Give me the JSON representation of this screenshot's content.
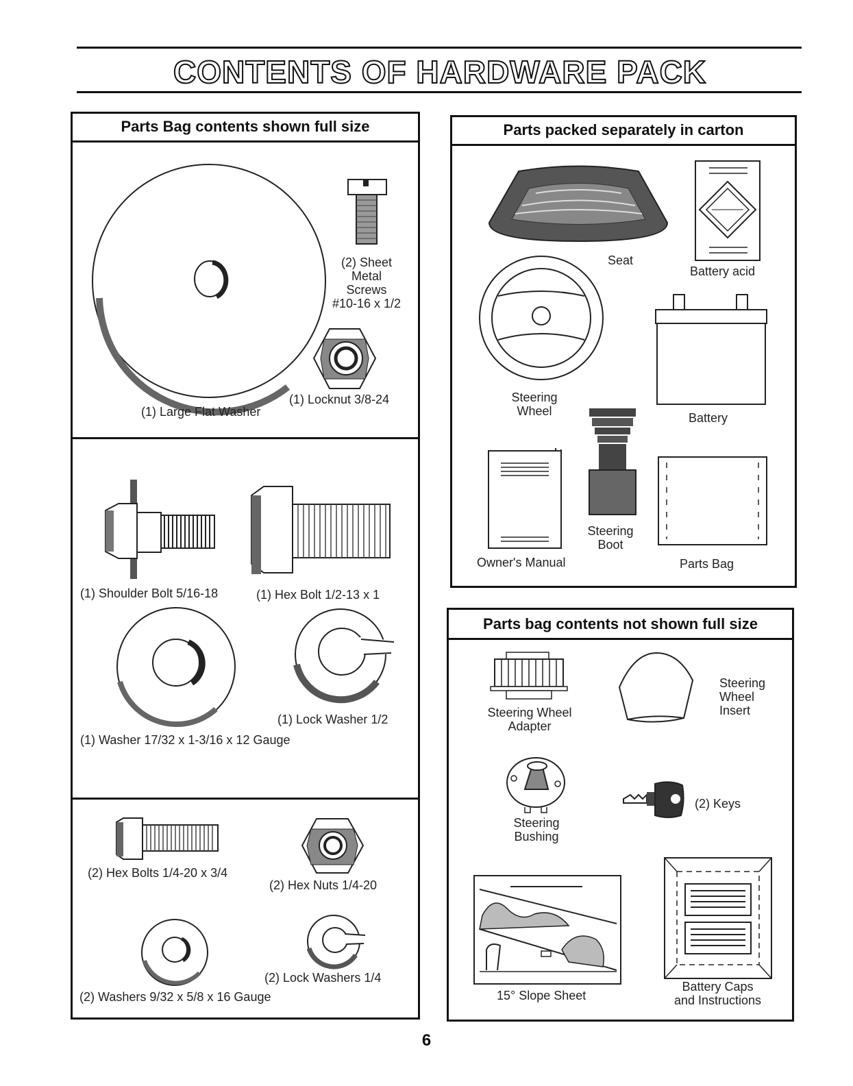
{
  "title": "CONTENTS OF HARDWARE PACK",
  "page_number": "6",
  "left_panel": {
    "heading": "Parts Bag contents shown full size",
    "section1": {
      "sheet_metal_screws": [
        "(2) Sheet",
        "Metal",
        "Screws",
        "#10-16 x 1/2"
      ],
      "locknut": "(1) Locknut  3/8-24",
      "large_flat_washer": "(1) Large Flat Washer"
    },
    "section2": {
      "shoulder_bolt": "(1) Shoulder Bolt  5/16-18",
      "hex_bolt": "(1) Hex Bolt  1/2-13 x 1",
      "lock_washer": "(1) Lock Washer  1/2",
      "washer": "(1) Washer  17/32 x 1-3/16 x 12 Gauge"
    },
    "section3": {
      "hex_bolts": "(2) Hex Bolts  1/4-20 x 3/4",
      "hex_nuts": "(2) Hex Nuts  1/4-20",
      "lock_washers": "(2) Lock Washers  1/4",
      "washers": "(2) Washers  9/32  x 5/8 x 16 Gauge"
    }
  },
  "right_top_panel": {
    "heading": "Parts packed separately in carton",
    "seat": "Seat",
    "battery_acid": "Battery acid",
    "steering_wheel": [
      "Steering",
      "Wheel"
    ],
    "battery": "Battery",
    "steering_boot": [
      "Steering",
      "Boot"
    ],
    "owners_manual": "Owner's Manual",
    "parts_bag": "Parts Bag"
  },
  "right_bottom_panel": {
    "heading": "Parts bag contents not shown full size",
    "steering_wheel_adapter": [
      "Steering Wheel",
      "Adapter"
    ],
    "steering_wheel_insert": [
      "Steering",
      "Wheel",
      "Insert"
    ],
    "steering_bushing": [
      "Steering",
      "Bushing"
    ],
    "keys": "(2) Keys",
    "slope_sheet": "15° Slope Sheet",
    "battery_caps": [
      "Battery Caps",
      "and Instructions"
    ]
  }
}
